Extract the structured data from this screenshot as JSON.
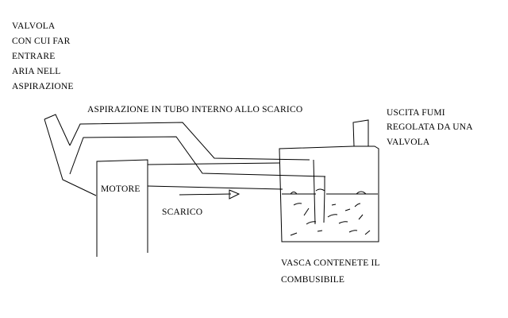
{
  "labels": {
    "valve_intake": [
      "VALVOLA",
      "CON CUI FAR",
      "ENTRARE",
      "ARIA NELL",
      "ASPIRAZIONE"
    ],
    "intake_pipe": "ASPIRAZIONE IN TUBO INTERNO ALLO SCARICO",
    "exhaust_valve": [
      "USCITA FUMI",
      "REGOLATA DA UNA",
      "VALVOLA"
    ],
    "engine": "MOTORE",
    "exhaust": "SCARICO",
    "tank": [
      "VASCA CONTENETE IL",
      "COMBUSIBILE"
    ]
  }
}
